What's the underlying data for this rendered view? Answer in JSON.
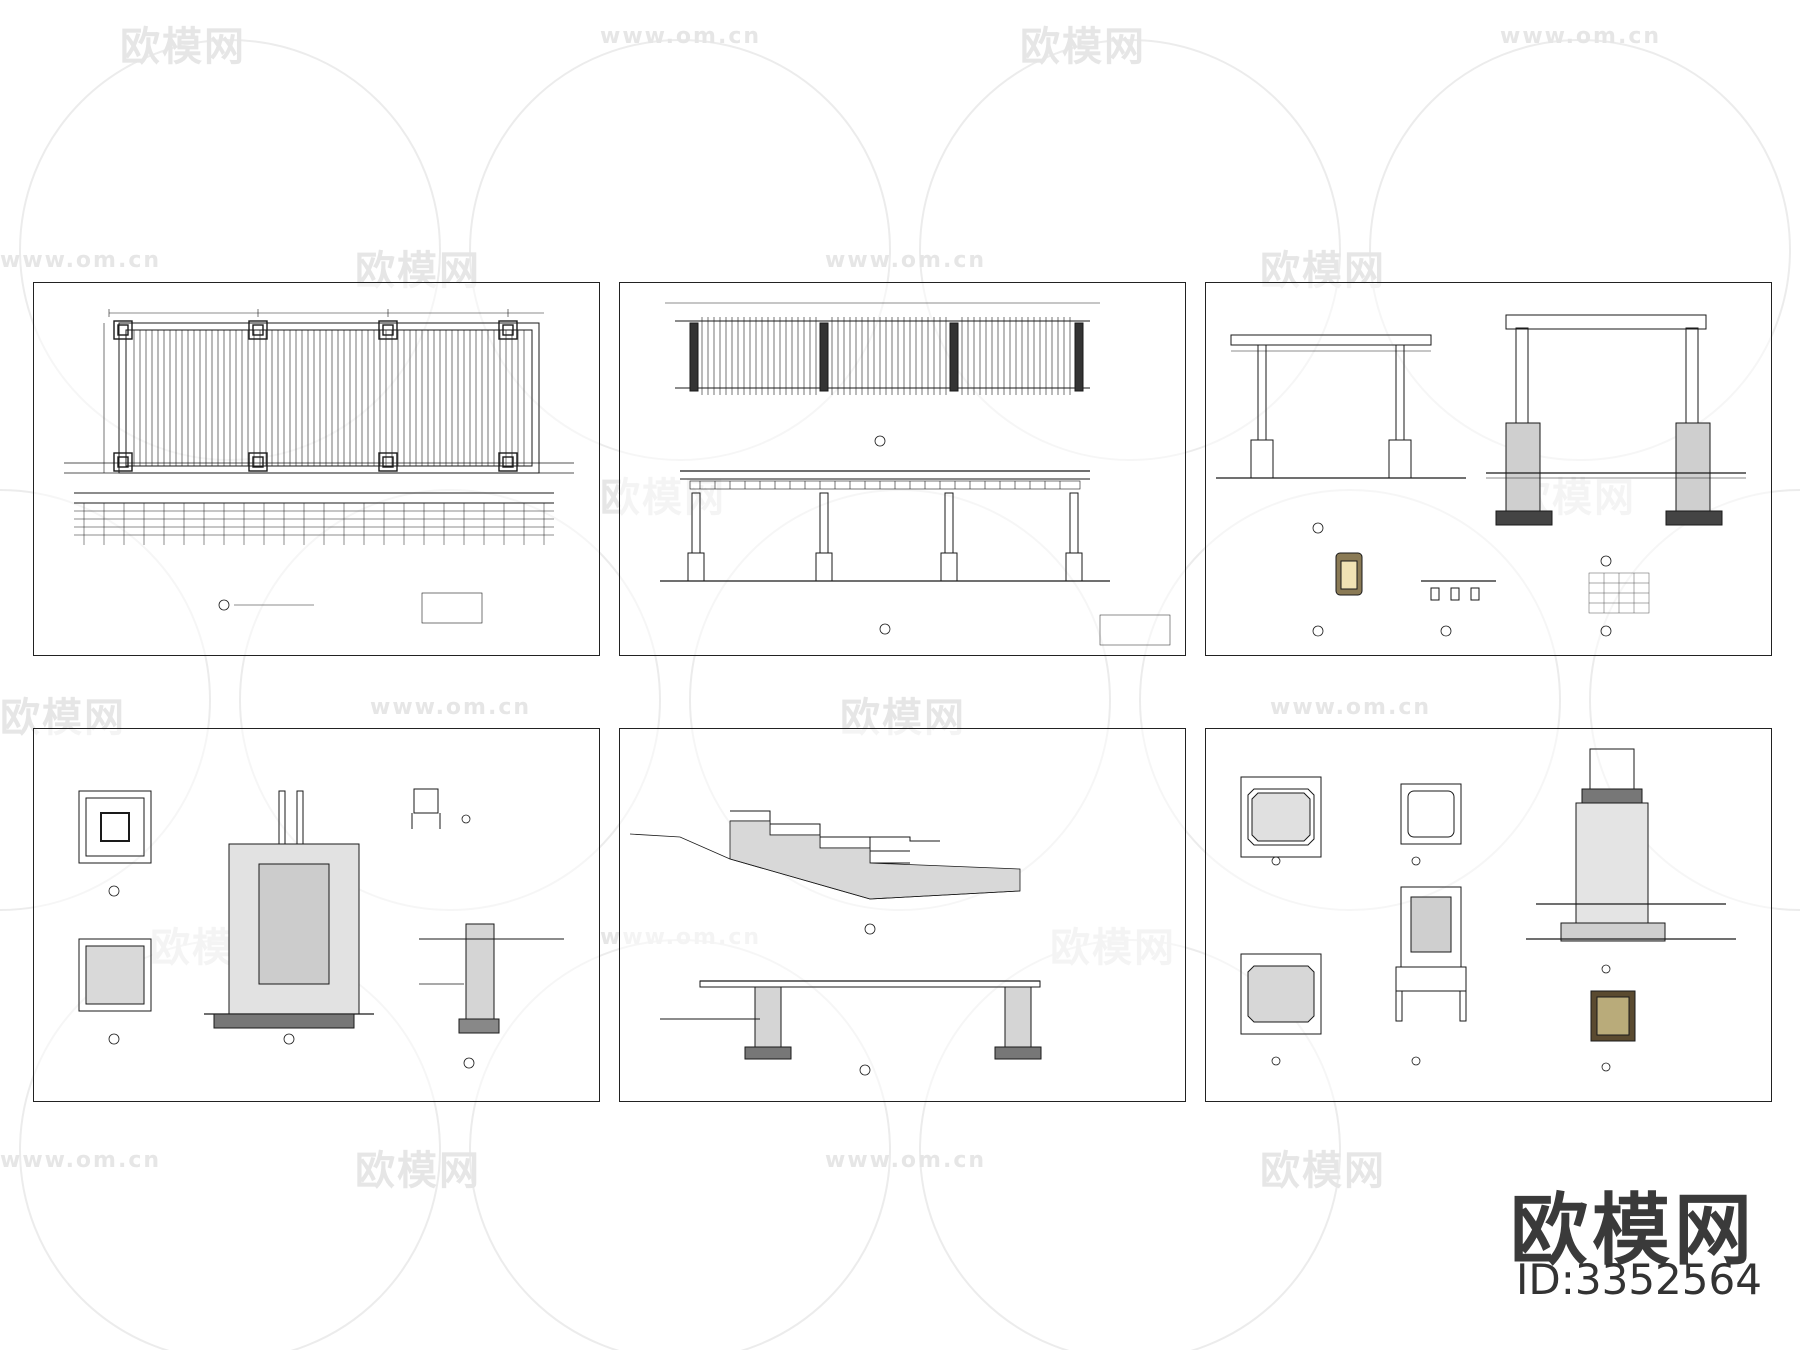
{
  "watermark": {
    "logo": "欧模网",
    "url": "www.om.cn"
  },
  "brand": {
    "name": "欧模网",
    "id_label": "ID:3352564"
  },
  "sheets": [
    {
      "id": "sheet-1",
      "view": "pergola-plan"
    },
    {
      "id": "sheet-2",
      "view": "pergola-roof-plan-and-elevation"
    },
    {
      "id": "sheet-3",
      "view": "pergola-sections-and-lamp"
    },
    {
      "id": "sheet-4",
      "view": "column-details"
    },
    {
      "id": "sheet-5",
      "view": "step-and-bench-sections"
    },
    {
      "id": "sheet-6",
      "view": "lamp-post-details"
    }
  ],
  "colors": {
    "line": "#1a1a1a",
    "hatch": "#555555",
    "watermark": "#e6e6e6",
    "brand": "#3a3a3a"
  }
}
